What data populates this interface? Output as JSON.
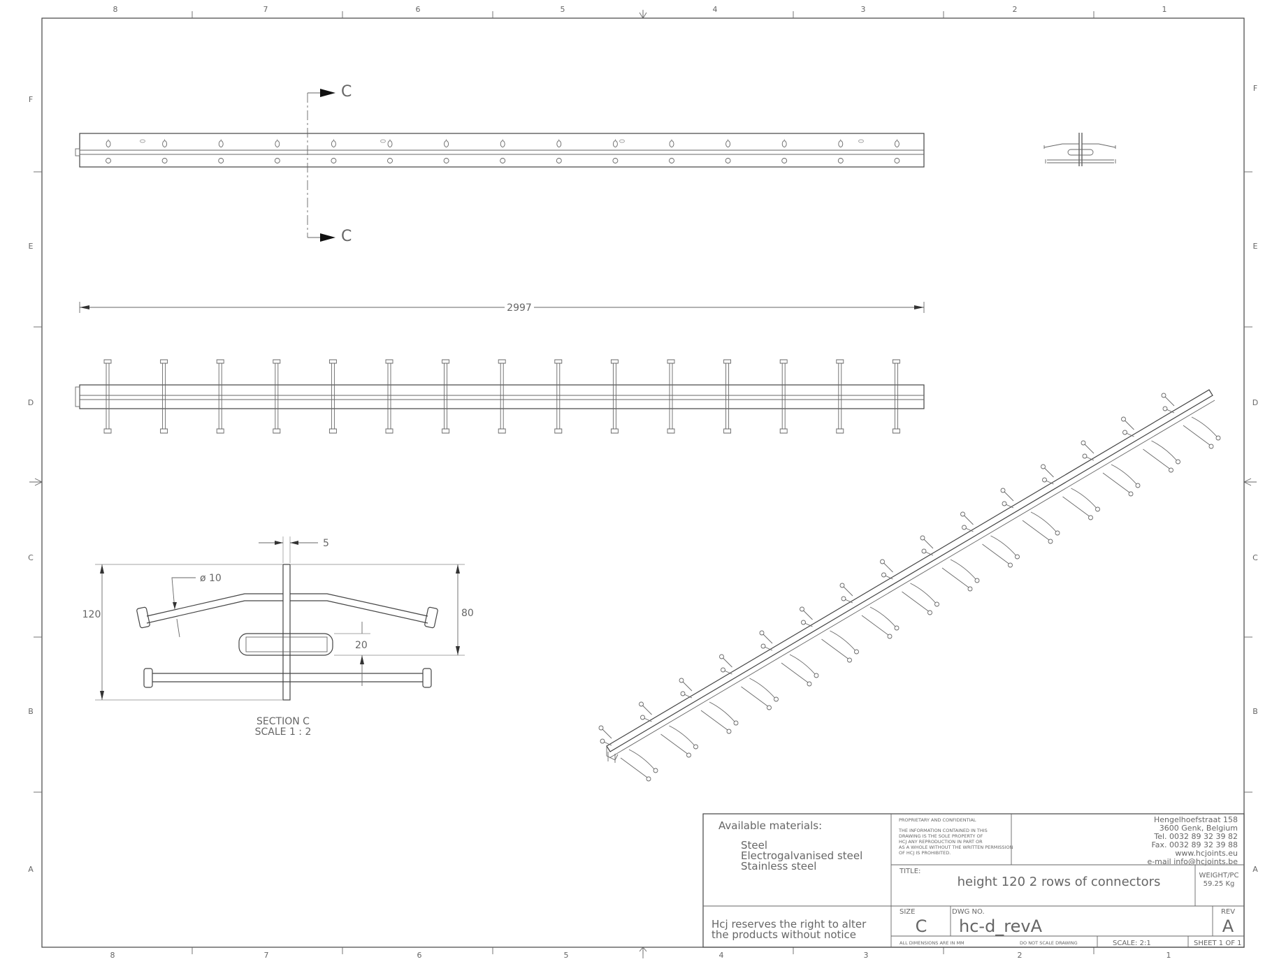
{
  "border": {
    "columns_top": [
      "8",
      "7",
      "6",
      "5",
      "4",
      "3",
      "2",
      "1"
    ],
    "columns_bottom": [
      "8",
      "7",
      "6",
      "5",
      "4",
      "3",
      "2",
      "1"
    ],
    "rows_left": [
      "F",
      "E",
      "D",
      "C",
      "B",
      "A"
    ],
    "rows_right": [
      "F",
      "E",
      "D",
      "C",
      "B",
      "A"
    ]
  },
  "views": {
    "section_label": "C",
    "overall_length": "2997",
    "section_title": "SECTION C",
    "section_scale": "SCALE 1 : 2",
    "dims": {
      "thickness": "5",
      "diameter": "ø 10",
      "height": "120",
      "upper_height": "80",
      "offset": "20"
    }
  },
  "title_block": {
    "materials_heading": "Available materials:",
    "materials": [
      "Steel",
      "Electrogalvanised steel",
      "Stainless steel"
    ],
    "notice_line1": "Hcj reserves the right to alter",
    "notice_line2": "the products without notice",
    "proprietary_heading": "PROPRIETARY AND CONFIDENTIAL",
    "proprietary_lines": [
      "THE INFORMATION CONTAINED IN THIS",
      "DRAWING IS THE SOLE PROPERTY OF",
      "HCJ ANY REPRODUCTION IN PART OR",
      "AS A WHOLE WITHOUT THE WRITTEN PERMISSION",
      "OF HCJ IS PROHIBITED."
    ],
    "address_lines": [
      "Hengelhoefstraat 158",
      "3600 Genk, Belgium",
      "Tel. 0032 89 32 39 82",
      "Fax. 0032 89 32 39 88",
      "www.hcjoints.eu",
      "e-mail info@hcjoints.be"
    ],
    "title_label": "TITLE:",
    "title": "height 120 2 rows of connectors",
    "weight_label": "WEIGHT/PC",
    "weight_value": "59.25 Kg",
    "size_label": "SIZE",
    "size_value": "C",
    "dwg_label": "DWG NO.",
    "dwg_value": "hc-d_revA",
    "rev_label": "REV",
    "rev_value": "A",
    "dims_note": "ALL DIMENSIONS ARE IN MM",
    "no_scale_note": "DO NOT SCALE DRAWING",
    "scale": "SCALE: 2:1",
    "sheet": "SHEET 1 OF 1"
  }
}
